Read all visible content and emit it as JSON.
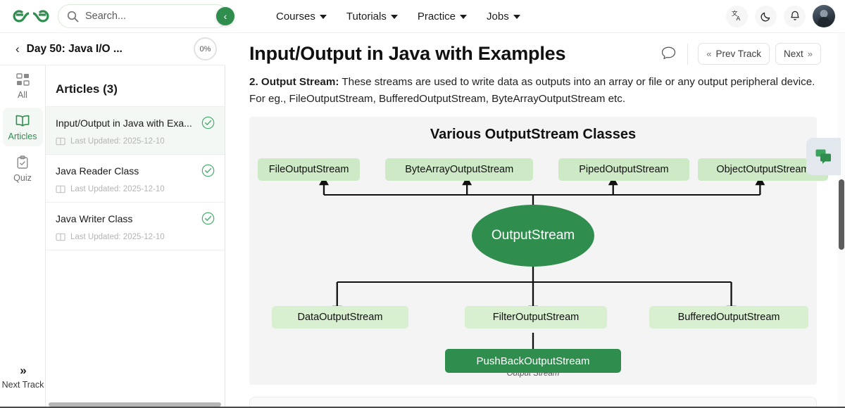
{
  "topnav": {
    "logo_name": "geeksforgeeks-logo",
    "search": {
      "placeholder": "Search...",
      "value": ""
    },
    "menu": [
      {
        "label": "Courses"
      },
      {
        "label": "Tutorials"
      },
      {
        "label": "Practice"
      },
      {
        "label": "Jobs"
      }
    ],
    "actions": [
      {
        "name": "translate-icon",
        "label": "Translate"
      },
      {
        "name": "dark-mode-icon",
        "label": "Dark mode"
      },
      {
        "name": "notifications-bell-icon",
        "label": "Notifications"
      }
    ],
    "avatar_label": "User profile"
  },
  "rail": {
    "items": [
      {
        "label": "All",
        "icon": "grid-icon",
        "active": false
      },
      {
        "label": "Articles",
        "icon": "book-icon",
        "active": true
      },
      {
        "label": "Quiz",
        "icon": "clipboard-check-icon",
        "active": false
      }
    ],
    "next_track": {
      "label": "Next Track",
      "icon": "double-chevron-right-icon"
    }
  },
  "sidebar": {
    "back_icon": "chevron-left-icon",
    "title": "Day 50: Java I/O ...",
    "progress": "0%",
    "collapse_icon": "chevron-left-icon",
    "section_heading": "Articles (3)",
    "articles": [
      {
        "title": "Input/Output in Java with Exa...",
        "meta": "Last Updated: 2025-12-10",
        "selected": true,
        "status_icon": "check-circle-icon"
      },
      {
        "title": "Java Reader Class",
        "meta": "Last Updated: 2025-12-10",
        "selected": false,
        "status_icon": "check-circle-icon"
      },
      {
        "title": "Java Writer Class",
        "meta": "Last Updated: 2025-12-10",
        "selected": false,
        "status_icon": "check-circle-icon"
      }
    ]
  },
  "main": {
    "page_title": "Input/Output in Java with Examples",
    "comment_icon": "comment-bubble-icon",
    "prev_track_label": "Prev Track",
    "next_label": "Next",
    "prev_icon": "double-chevron-left-icon",
    "next_icon": "double-chevron-right-icon",
    "paragraph_lead": "2. Output Stream:",
    "paragraph_body": " These streams are used to write data as outputs into an array or file or any output peripheral device. For eg., FileOutputStream, BufferedOutputStream, ByteArrayOutputStream etc.",
    "figure": {
      "title": "Various OutputStream Classes",
      "caption": "Output Stream",
      "root": "OutputStream",
      "parents": [
        "FileOutputStream",
        "ByteArrayOutputStream",
        "PipedOutputStream",
        "ObjectOutputStream"
      ],
      "children": [
        "DataOutputStream",
        "FilterOutputStream",
        "BufferedOutputStream"
      ],
      "grandchild": "PushBackOutputStream"
    }
  },
  "chat_widget": {
    "name": "chat-bubbles-icon",
    "label": "Chat"
  },
  "colors": {
    "brand_green": "#2f8d4e",
    "node_green": "#cde9c6",
    "node_green_light": "#d8efd0",
    "figure_bg": "#f4f4f4",
    "selected_row": "#f3f8f4"
  }
}
